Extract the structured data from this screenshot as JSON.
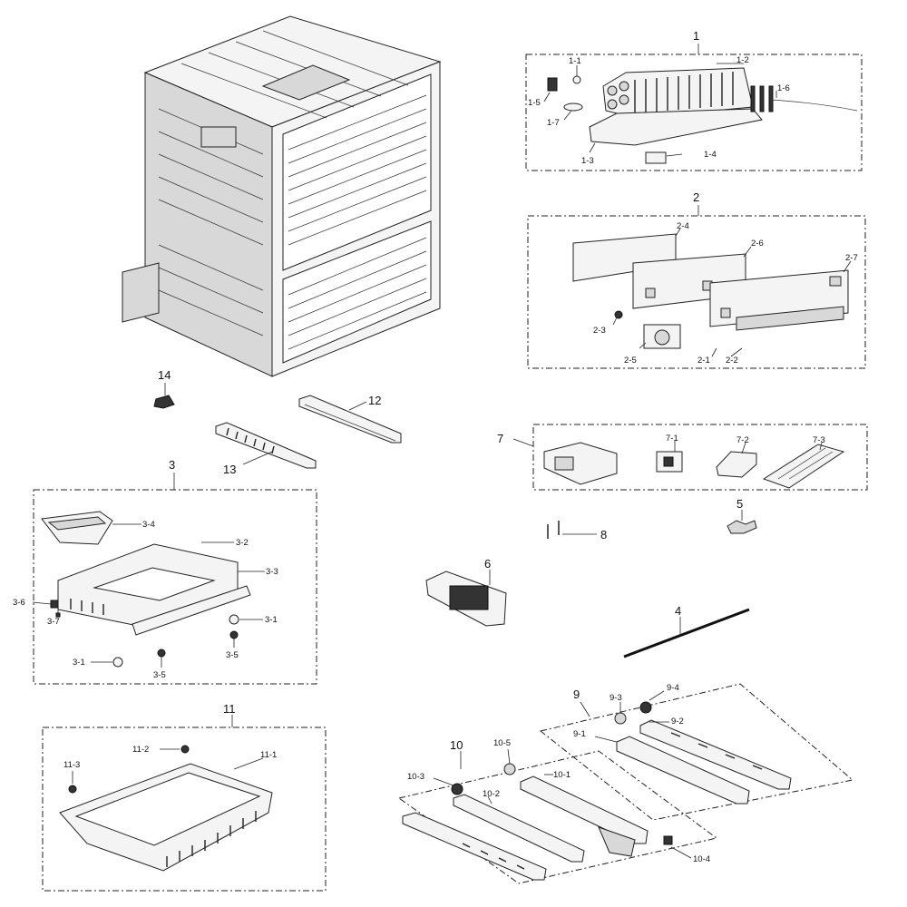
{
  "labels": {
    "1": "1",
    "1-1": "1-1",
    "1-2": "1-2",
    "1-3": "1-3",
    "1-4": "1-4",
    "1-5": "1-5",
    "1-6": "1-6",
    "1-7": "1-7",
    "2": "2",
    "2-1": "2-1",
    "2-2": "2-2",
    "2-3": "2-3",
    "2-4": "2-4",
    "2-5": "2-5",
    "2-6": "2-6",
    "2-7": "2-7",
    "3": "3",
    "3-1a": "3-1",
    "3-1b": "3-1",
    "3-2": "3-2",
    "3-3": "3-3",
    "3-4": "3-4",
    "3-5a": "3-5",
    "3-5b": "3-5",
    "3-6": "3-6",
    "3-7": "3-7",
    "4": "4",
    "5": "5",
    "6": "6",
    "7": "7",
    "7-1": "7-1",
    "7-2": "7-2",
    "7-3": "7-3",
    "8": "8",
    "9": "9",
    "9-1": "9-1",
    "9-2": "9-2",
    "9-3": "9-3",
    "9-4": "9-4",
    "10": "10",
    "10-1": "10-1",
    "10-2": "10-2",
    "10-3": "10-3",
    "10-4": "10-4",
    "10-5": "10-5",
    "11": "11",
    "11-1": "11-1",
    "11-2": "11-2",
    "11-3": "11-3",
    "12": "12",
    "13": "13",
    "14": "14"
  },
  "colors": {
    "ink": "#222222",
    "background": "#ffffff"
  }
}
